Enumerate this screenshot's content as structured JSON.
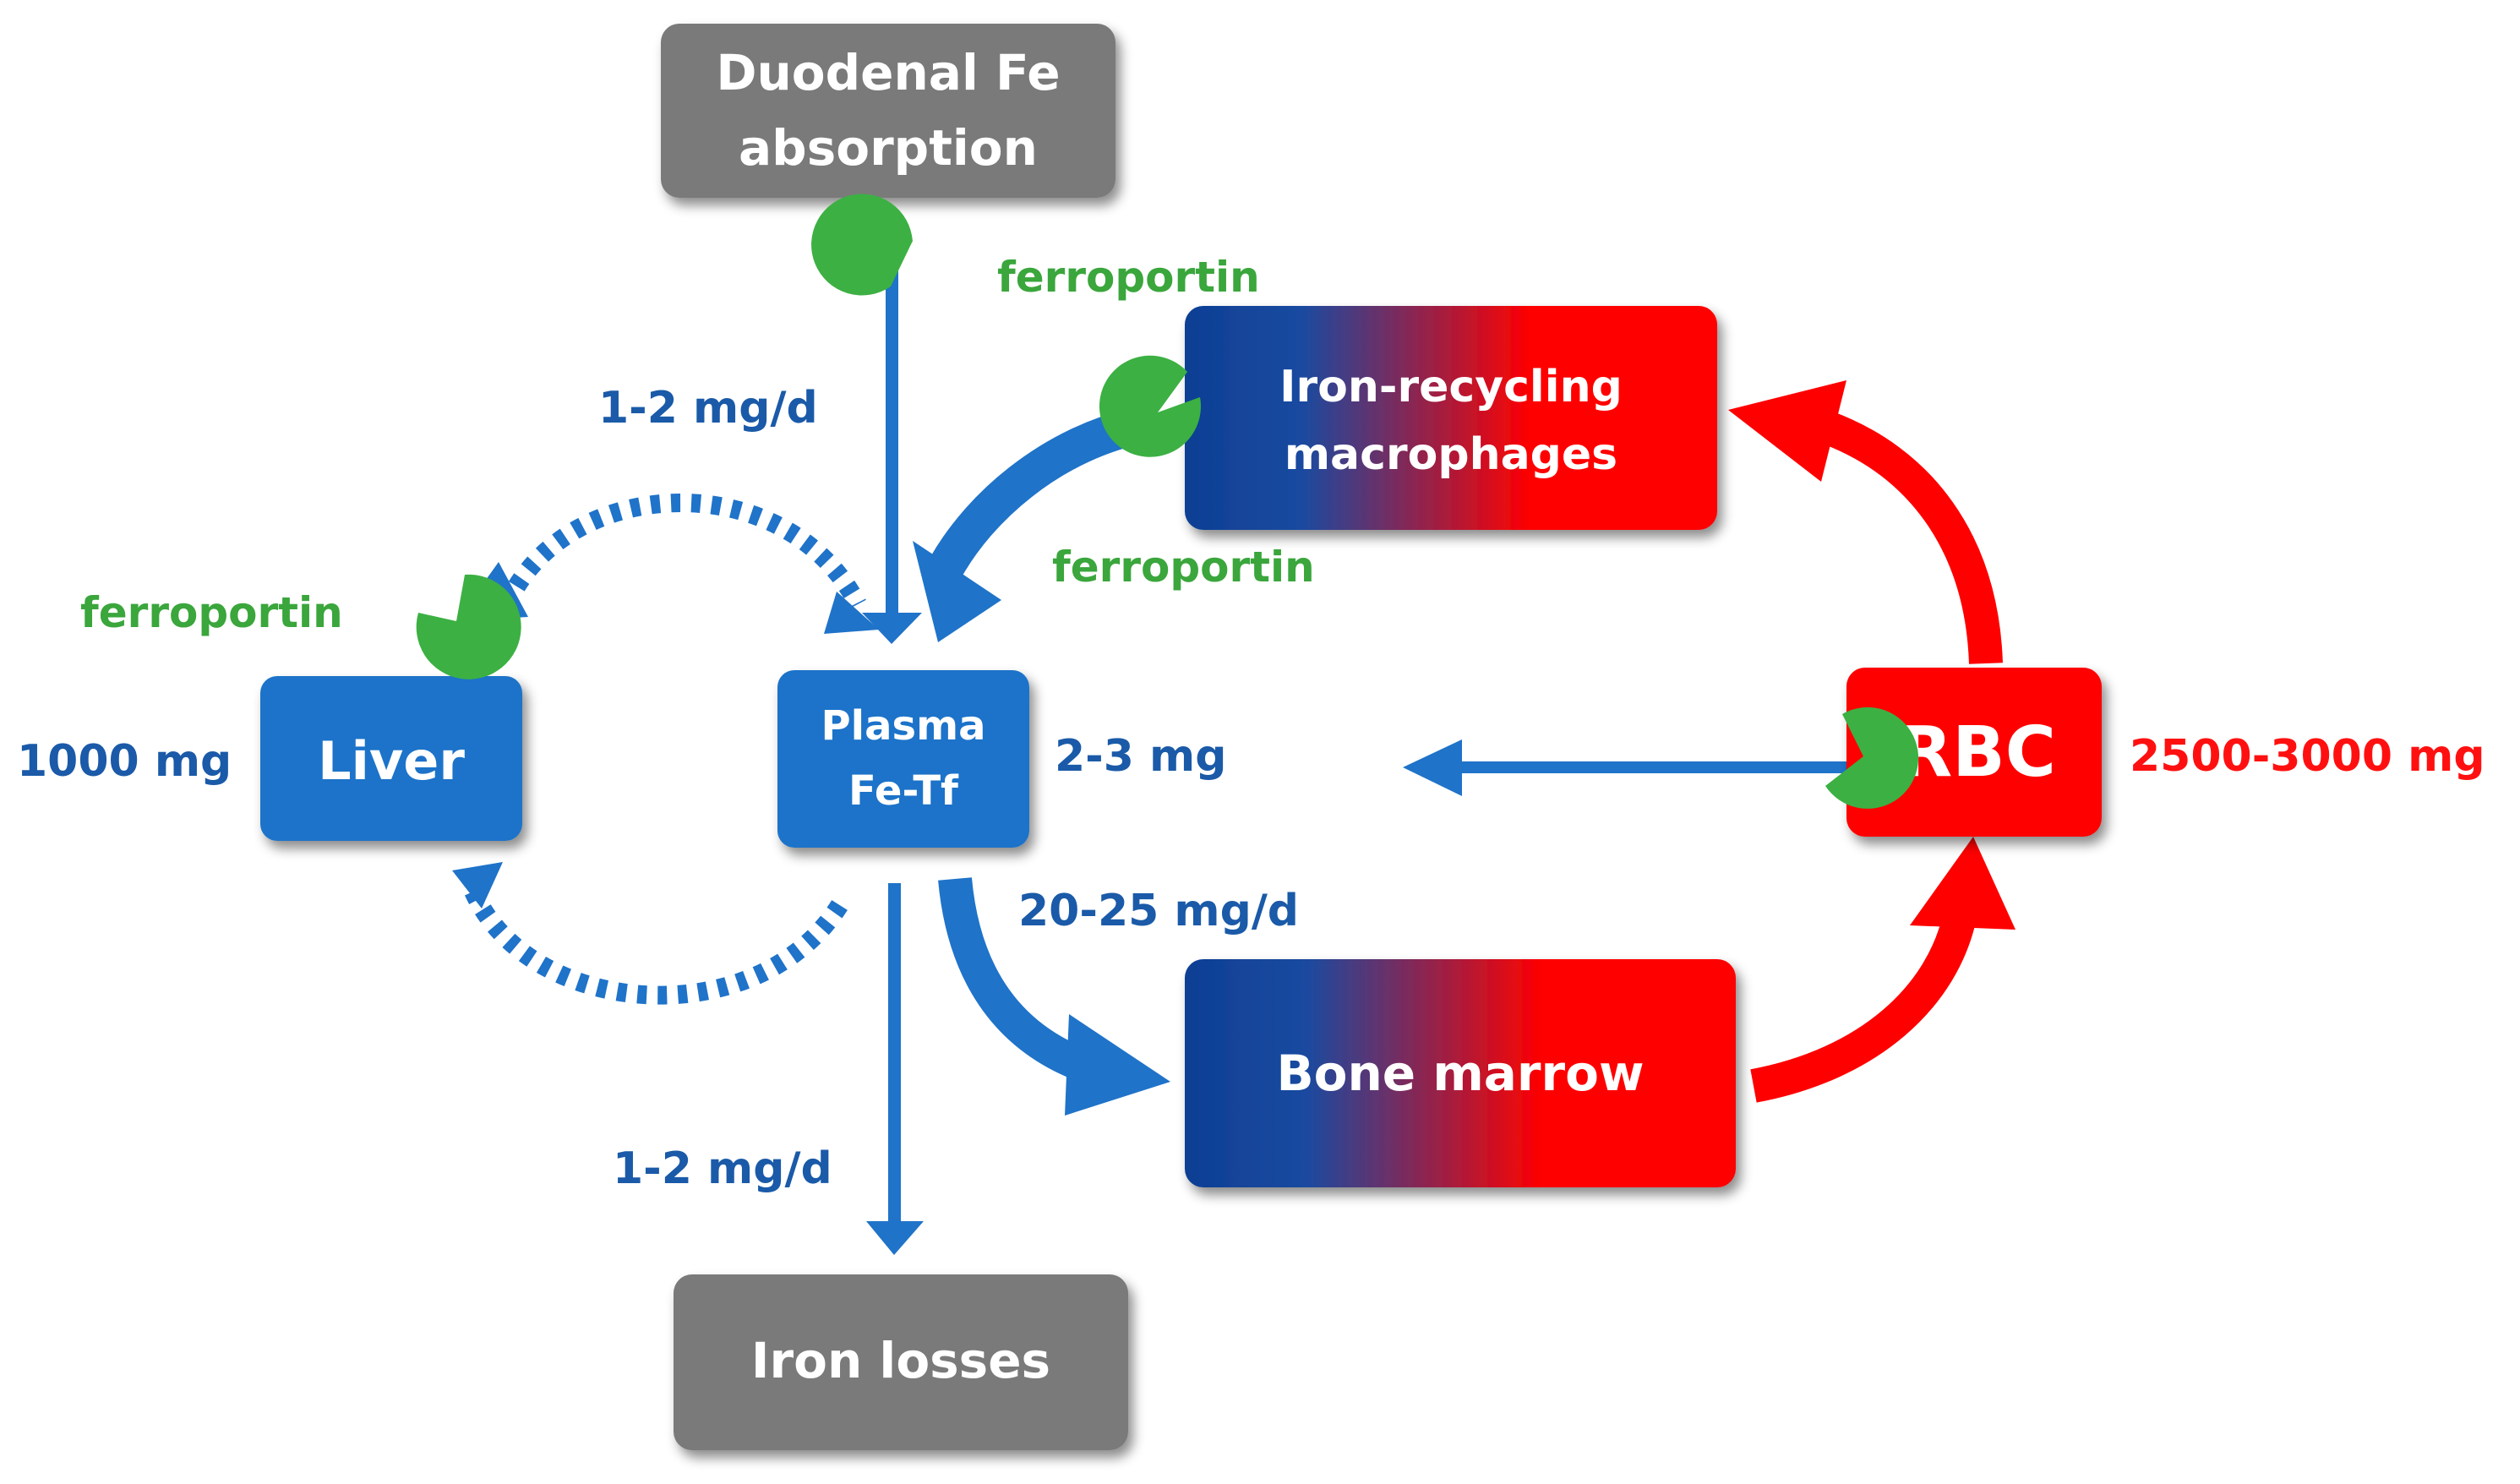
{
  "nodes": {
    "duodenal": {
      "line1": "Duodenal Fe",
      "line2": "absorption"
    },
    "macrophages": {
      "line1": "Iron-recycling",
      "line2": "macrophages"
    },
    "liver": {
      "label": "Liver"
    },
    "plasma": {
      "line1": "Plasma",
      "line2": "Fe-Tf"
    },
    "rbc": {
      "label": "RBC"
    },
    "bone_marrow": {
      "label": "Bone marrow"
    },
    "iron_losses": {
      "label": "Iron losses"
    }
  },
  "labels": {
    "ferroportin": "ferroportin",
    "absorption_rate": "1-2 mg/d",
    "loss_rate": "1-2 mg/d",
    "erythropoiesis_rate": "20-25 mg/d",
    "liver_amount": "1000 mg",
    "plasma_amount": "2-3 mg",
    "rbc_amount": "2500-3000 mg"
  },
  "colors": {
    "blue": "#1f73c9",
    "dark_blue": "#0d4a9a",
    "red": "#ff0000",
    "gray": "#7a7a7a",
    "green": "#3cb043",
    "label_blue": "#1a5aa8",
    "label_green": "#3aa63c",
    "label_red": "#ff1010"
  }
}
